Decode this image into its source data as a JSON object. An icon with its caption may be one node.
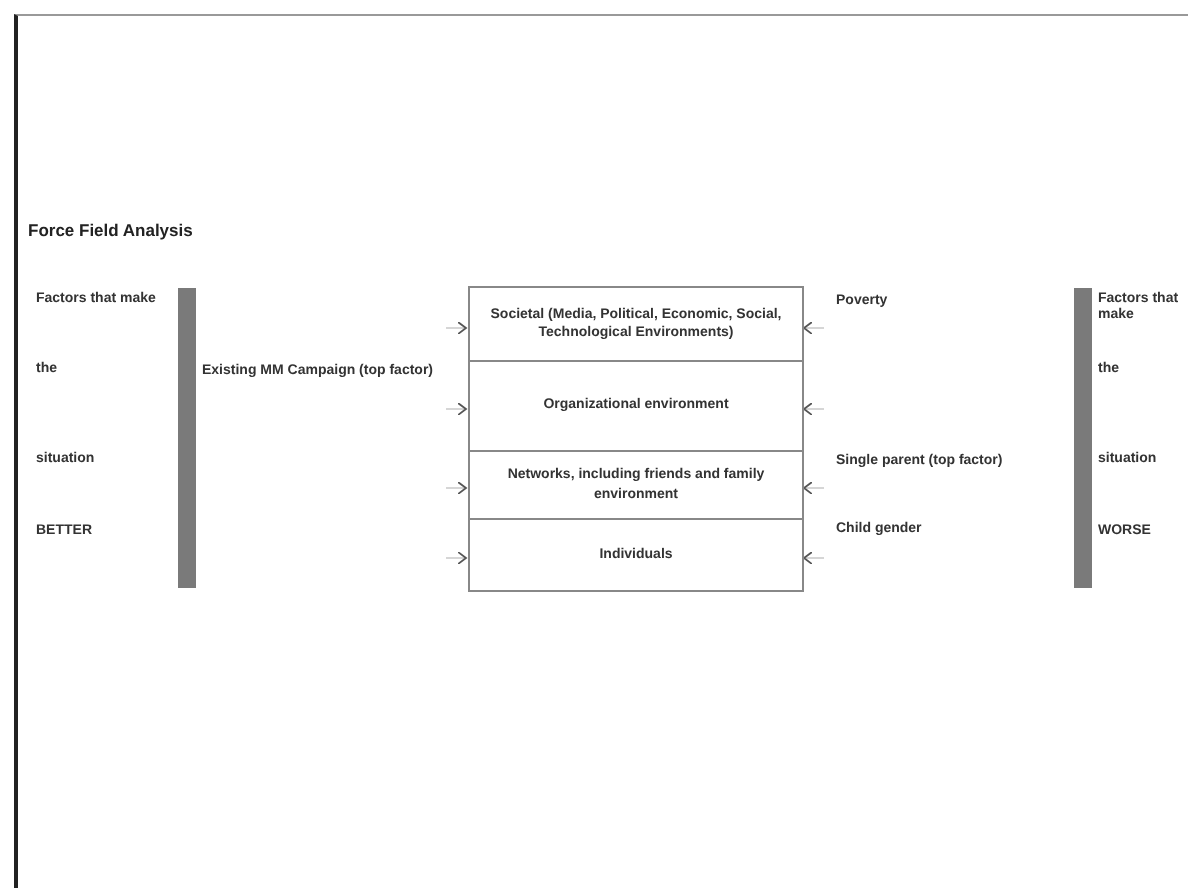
{
  "diagram": {
    "title": "Force Field Analysis",
    "nodes": [
      {
        "text": [
          "Societal (Media, Political, Economic, Social, Technological  Environments)"
        ]
      },
      {
        "text": [
          "Organizational environment"
        ]
      },
      {
        "text": [
          "Networks, including friends and family environment"
        ]
      },
      {
        "text": [
          "Individuals"
        ]
      }
    ],
    "edges": [
      {
        "from": null,
        "to": 0,
        "arrow": "to"
      },
      {
        "from": null,
        "to": 1,
        "arrow": "to"
      },
      {
        "from": null,
        "to": 2,
        "arrow": "to"
      },
      {
        "from": null,
        "to": 3,
        "arrow": "to"
      },
      {
        "from": null,
        "to": 0,
        "arrow": "to"
      },
      {
        "from": null,
        "to": 1,
        "arrow": "to"
      },
      {
        "from": null,
        "to": 2,
        "arrow": "to"
      },
      {
        "from": null,
        "to": 3,
        "arrow": "to"
      }
    ],
    "labels": [
      "Factors that make",
      "the",
      "situation",
      "BETTER",
      "Existing MM Campaign (top factor)",
      "Poverty",
      "Single parent (top factor)",
      "Child gender",
      "Factors that make",
      "the",
      "situation",
      "WORSE"
    ]
  }
}
